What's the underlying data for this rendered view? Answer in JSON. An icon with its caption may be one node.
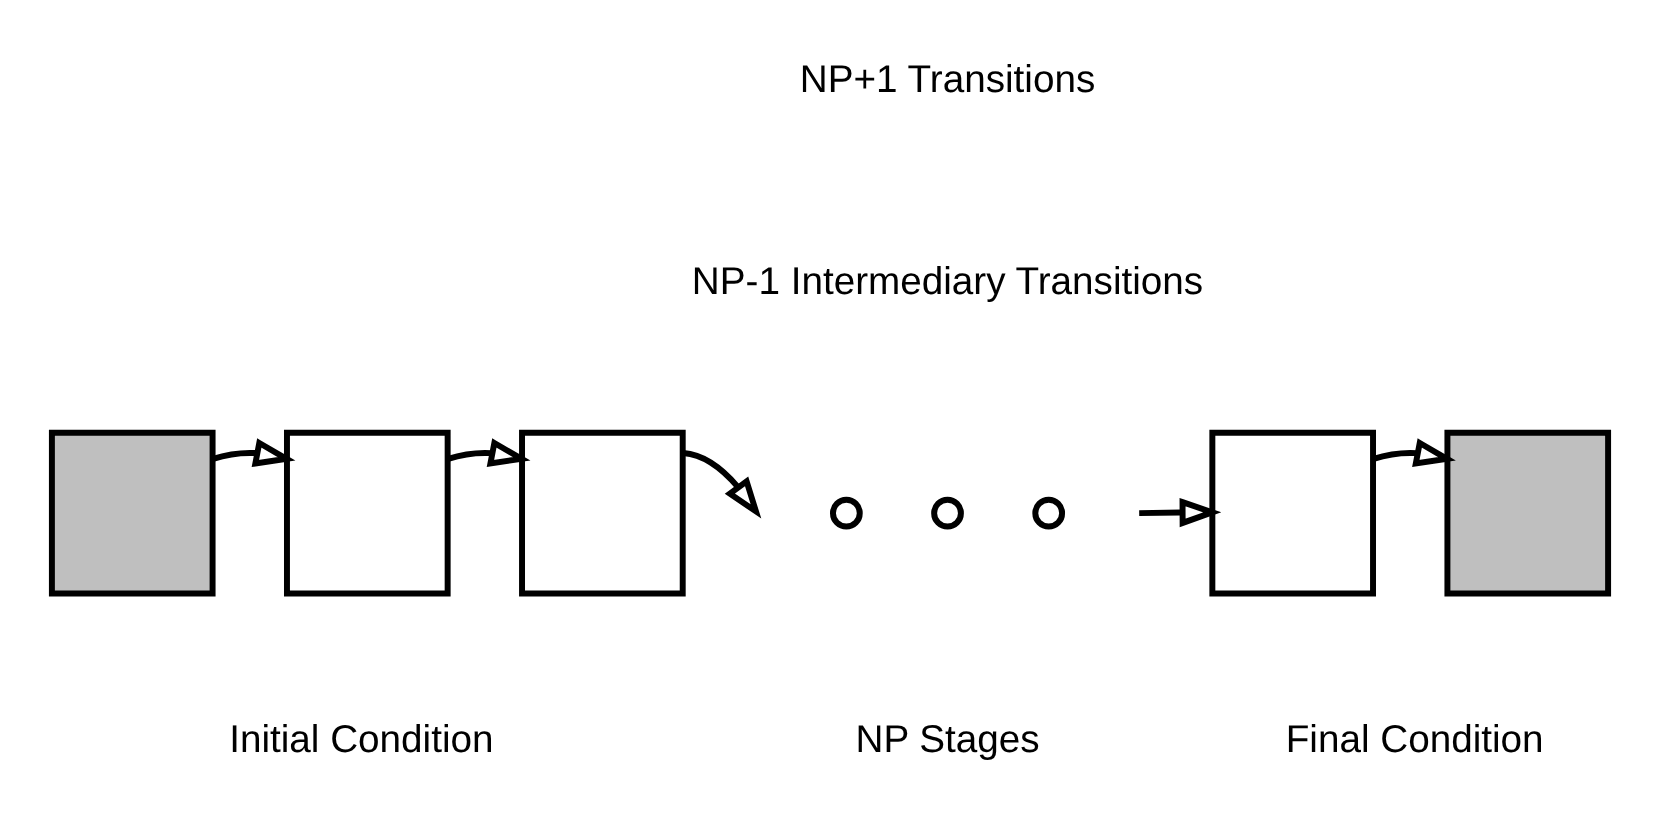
{
  "diagram": {
    "nodes": [
      {
        "text": [],
        "shape": "box"
      },
      {
        "text": [],
        "shape": "box"
      },
      {
        "text": [],
        "shape": "box"
      },
      {
        "text": [],
        "shape": "circle"
      },
      {
        "text": [],
        "shape": "circle"
      },
      {
        "text": [],
        "shape": "circle"
      },
      {
        "text": [],
        "shape": "box"
      },
      {
        "text": [],
        "shape": "box"
      }
    ],
    "edges": [
      {
        "from": 0,
        "to": 1,
        "arrow": "to"
      },
      {
        "from": 1,
        "to": 2,
        "arrow": "to"
      },
      {
        "from": 2,
        "to": null,
        "arrow": "to"
      },
      {
        "from": null,
        "to": 6,
        "arrow": "to"
      },
      {
        "from": 6,
        "to": 7,
        "arrow": "to"
      }
    ],
    "labels": [
      "NP+1 Transitions",
      "NP-1 Intermediary Transitions",
      "Initial Condition",
      "NP Stages",
      "Final Condition"
    ]
  }
}
